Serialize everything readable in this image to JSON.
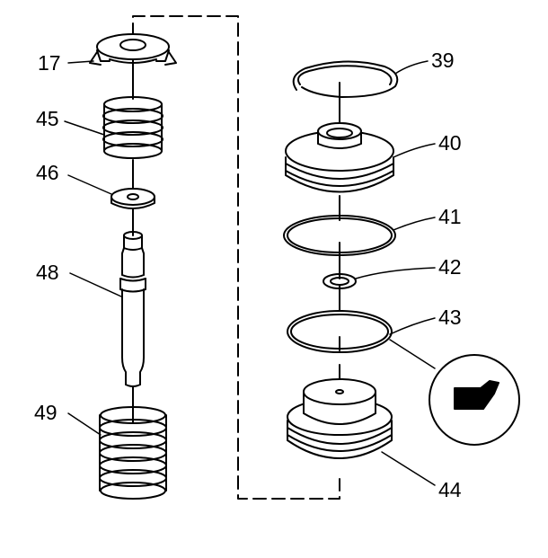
{
  "diagram": {
    "callouts": {
      "p17": "17",
      "p39": "39",
      "p40": "40",
      "p41": "41",
      "p42": "42",
      "p43": "43",
      "p44": "44",
      "p45": "45",
      "p46": "46",
      "p48": "48",
      "p49": "49"
    },
    "colors": {
      "line": "#000000",
      "background": "#ffffff"
    }
  }
}
